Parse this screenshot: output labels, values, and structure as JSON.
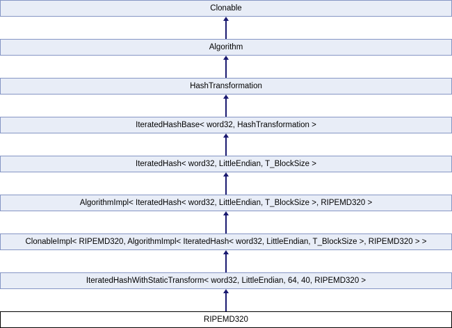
{
  "diagram": {
    "type": "class-inheritance",
    "target_class": "RIPEMD320",
    "colors": {
      "node_fill": "#e8edf7",
      "node_border": "#8595c4",
      "target_fill": "#ffffff",
      "target_border": "#000000",
      "edge": "#191970",
      "text": "#000000",
      "background": "#ffffff"
    },
    "nodes": [
      {
        "label": "Clonable"
      },
      {
        "label": "Algorithm"
      },
      {
        "label": "HashTransformation"
      },
      {
        "label": "IteratedHashBase< word32, HashTransformation >"
      },
      {
        "label": "IteratedHash< word32, LittleEndian, T_BlockSize >"
      },
      {
        "label": "AlgorithmImpl< IteratedHash< word32, LittleEndian, T_BlockSize >, RIPEMD320 >"
      },
      {
        "label": "ClonableImpl< RIPEMD320, AlgorithmImpl< IteratedHash< word32, LittleEndian, T_BlockSize >, RIPEMD320 > >"
      },
      {
        "label": "IteratedHashWithStaticTransform< word32, LittleEndian, 64, 40, RIPEMD320 >"
      },
      {
        "label": "RIPEMD320",
        "is_target": true
      }
    ]
  }
}
